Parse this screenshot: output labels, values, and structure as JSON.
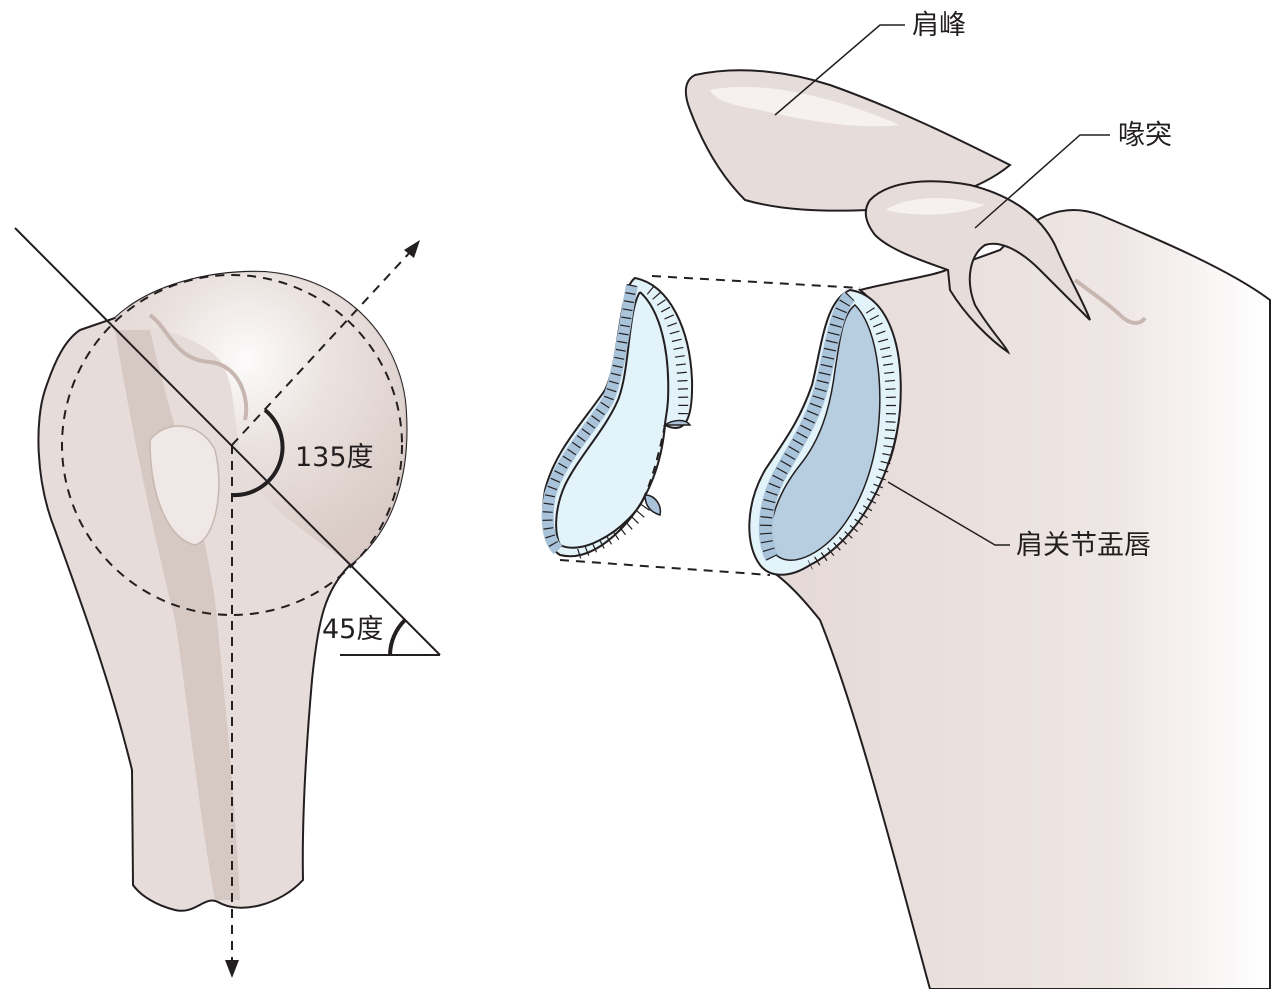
{
  "labels": {
    "acromion": "肩峰",
    "coracoid": "喙突",
    "glenoid_labrum": "肩关节盂唇",
    "angle_135": "135度",
    "angle_45": "45度"
  },
  "colors": {
    "bone": "#e6dcd9",
    "bone_shadow": "#c8b7b1",
    "labrum_dark": "#a9c3da",
    "labrum_light": "#e3f3fa",
    "glenoid_fill": "#b7cde0",
    "line": "#231f20"
  }
}
